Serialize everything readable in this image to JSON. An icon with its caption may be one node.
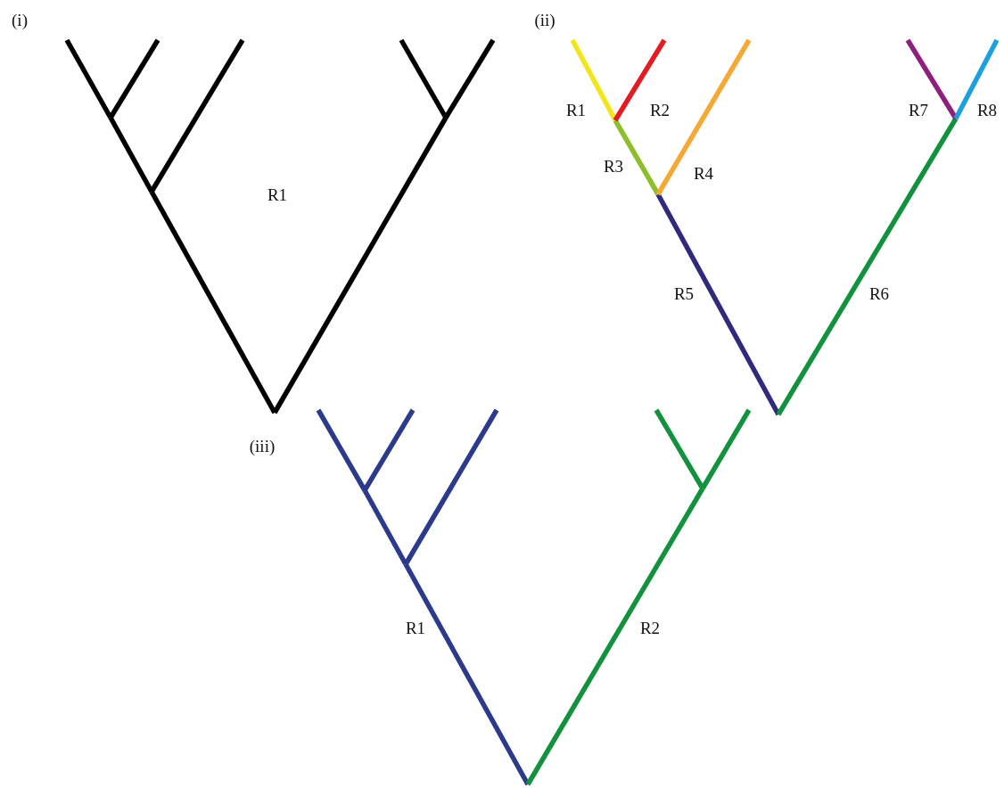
{
  "diagram": {
    "labels": [
      "(i)",
      "R1",
      "(ii)",
      "R1",
      "R2",
      "R3",
      "R4",
      "R5",
      "R6",
      "R7",
      "R8",
      "(iii)",
      "R1",
      "R2"
    ]
  }
}
